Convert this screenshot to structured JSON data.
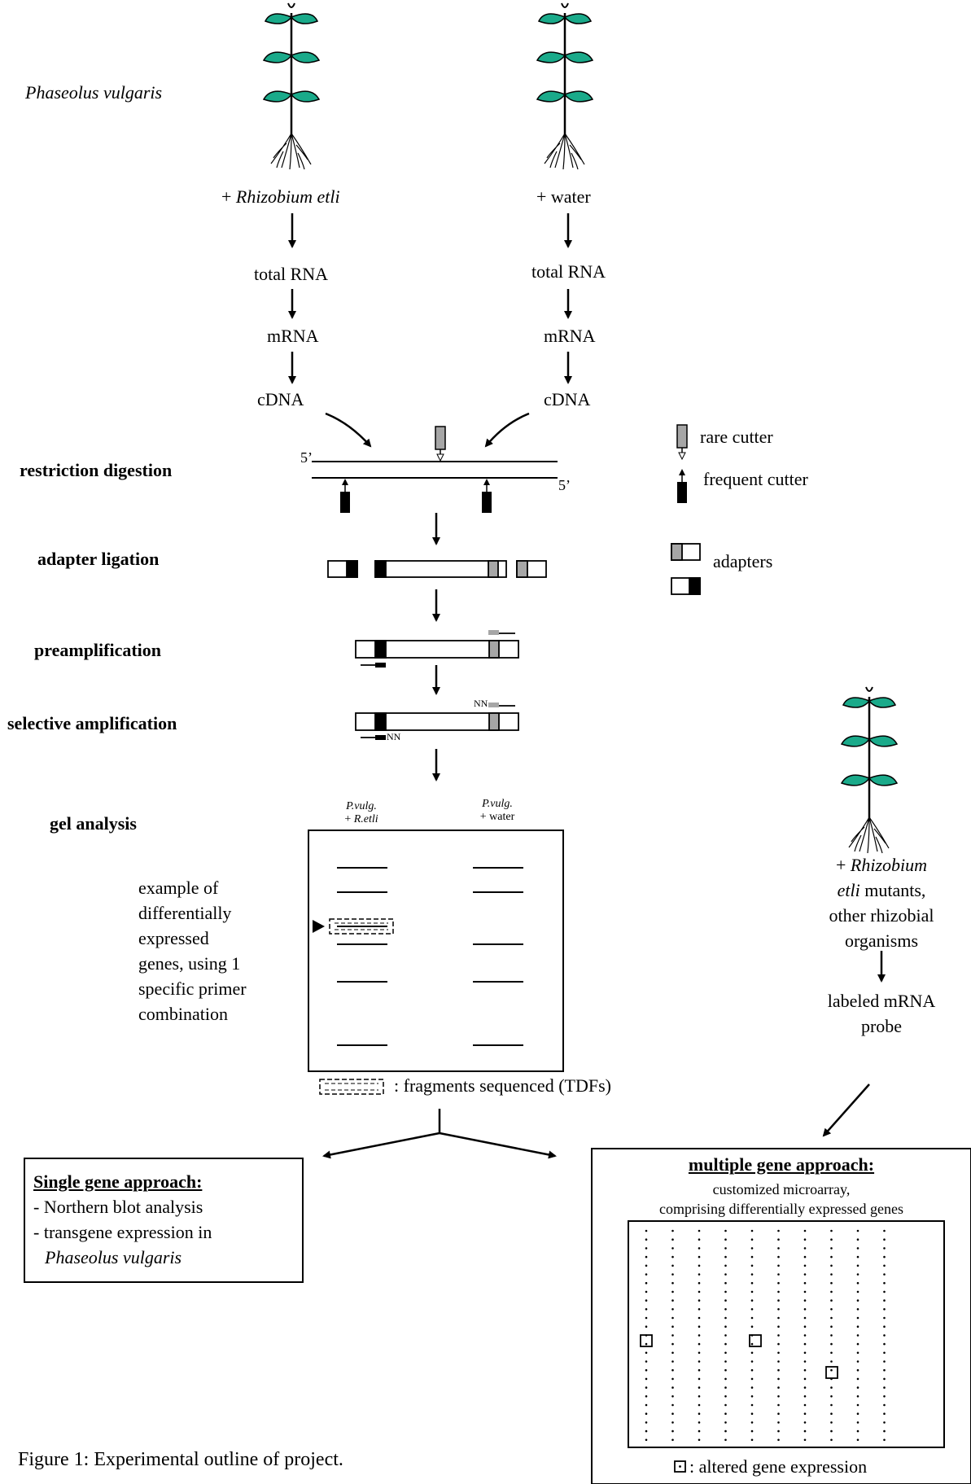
{
  "organism": "Phaseolus vulgaris",
  "treatments": {
    "left": {
      "prefix": "+ ",
      "name": "Rhizobium etli"
    },
    "right": {
      "label": "+ water"
    }
  },
  "pipeline_steps": {
    "total_rna": "total RNA",
    "mrna": "mRNA",
    "cdna": "cDNA"
  },
  "procedure": {
    "restriction_digestion": "restriction digestion",
    "adapter_ligation": "adapter ligation",
    "preamplification": "preamplification",
    "selective_amplification": "selective amplification",
    "gel_analysis": "gel analysis"
  },
  "strand_labels": {
    "five_prime_top": "5’",
    "five_prime_bottom": "5’"
  },
  "legend": {
    "rare_cutter": "rare cutter",
    "frequent_cutter": "frequent cutter",
    "adapters": "adapters"
  },
  "primer_tags": {
    "selective_top": "NN",
    "selective_bottom": "NN"
  },
  "gel": {
    "lane_left_line1": "P.vulg.",
    "lane_left_line2_prefix": "+ ",
    "lane_left_line2_name": "R.etli",
    "lane_right_line1": "P.vulg.",
    "lane_right_line2": "+ water",
    "example_text": [
      "example of",
      "differentially",
      "expressed",
      "genes, using 1",
      "specific primer",
      "combination"
    ],
    "fragments_caption": ": fragments sequenced (TDFs)"
  },
  "mutant_branch": {
    "label_line1_prefix": "+ ",
    "label_line1_name": "Rhizobium",
    "label_line2_name": "etli",
    "label_line2_rest": "  mutants,",
    "label_line3": "other rhizobial",
    "label_line4": "organisms",
    "probe_line1": "labeled mRNA",
    "probe_line2": "probe"
  },
  "single_gene": {
    "title": "Single gene approach:",
    "item1": "- Northern blot analysis",
    "item2": "- transgene expression in",
    "item3_species": "Phaseolus vulgaris"
  },
  "multiple_gene": {
    "title": "multiple gene approach:",
    "subtitle_line1": "customized microarray,",
    "subtitle_line2": "comprising differentially expressed genes",
    "legend_text": ": altered gene expression"
  },
  "caption": "Figure 1: Experimental outline of project.",
  "colors": {
    "leaf": "#1aaa8a",
    "grey_block": "#a6a6a6",
    "black": "#000000"
  }
}
